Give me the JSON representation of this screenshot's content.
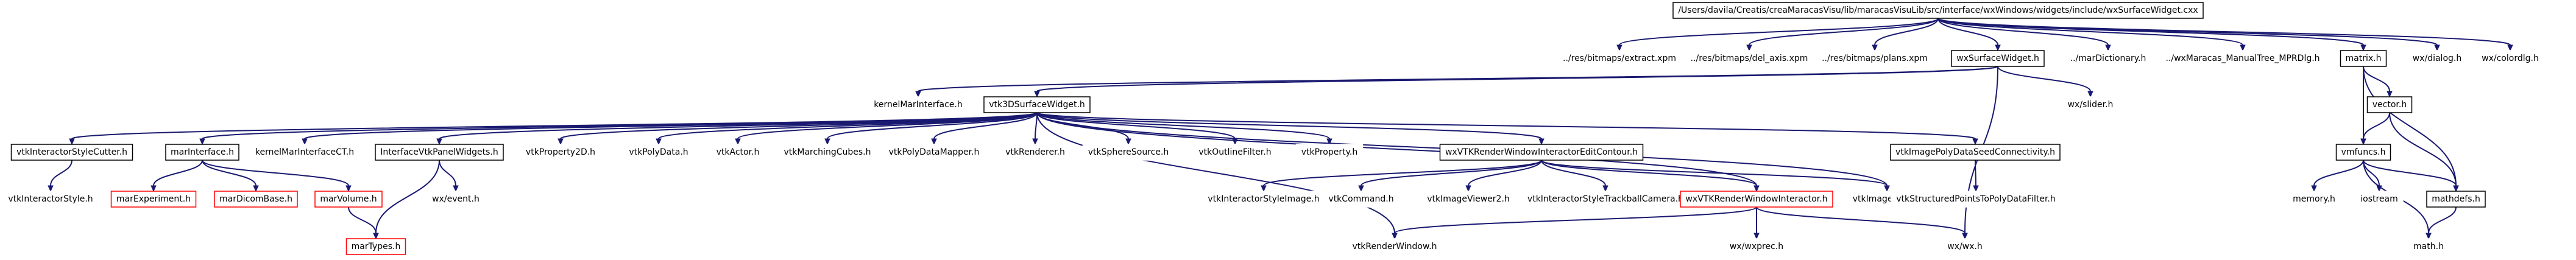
{
  "graph": {
    "edge_color": "#191970",
    "root_fill": "#bfbfbf",
    "nodes": [
      {
        "id": "root",
        "label": "/Users/davila/Creatis/creaMaracasVisu/lib/maracasVisuLib/src/interface/wxWindows/widgets/include/wxSurfaceWidget.cxx",
        "style": "root"
      },
      {
        "id": "extract",
        "label": "../res/bitmaps/extract.xpm",
        "style": "plain"
      },
      {
        "id": "del_axis",
        "label": "../res/bitmaps/del_axis.xpm",
        "style": "plain"
      },
      {
        "id": "plans",
        "label": "../res/bitmaps/plans.xpm",
        "style": "plain"
      },
      {
        "id": "wxSurfaceWidget",
        "label": "wxSurfaceWidget.h",
        "style": "black"
      },
      {
        "id": "marDictionary",
        "label": "../marDictionary.h",
        "style": "plain"
      },
      {
        "id": "manualTree",
        "label": "../wxMaracas_ManualTree_MPRDlg.h",
        "style": "plain"
      },
      {
        "id": "matrix",
        "label": "matrix.h",
        "style": "black"
      },
      {
        "id": "wxdialog",
        "label": "wx/dialog.h",
        "style": "plain"
      },
      {
        "id": "wxcolordlg",
        "label": "wx/colordlg.h",
        "style": "plain"
      },
      {
        "id": "kernelMarInterface",
        "label": "kernelMarInterface.h",
        "style": "plain"
      },
      {
        "id": "vtk3DSurfaceWidget",
        "label": "vtk3DSurfaceWidget.h",
        "style": "black"
      },
      {
        "id": "wxslider",
        "label": "wx/slider.h",
        "style": "plain"
      },
      {
        "id": "vector",
        "label": "vector.h",
        "style": "black"
      },
      {
        "id": "vtkInteractorStyleCutter",
        "label": "vtkInteractorStyleCutter.h",
        "style": "black"
      },
      {
        "id": "marInterface",
        "label": "marInterface.h",
        "style": "black"
      },
      {
        "id": "kernelMarInterfaceCT",
        "label": "kernelMarInterfaceCT.h",
        "style": "plain"
      },
      {
        "id": "InterfaceVtkPanelWidgets",
        "label": "InterfaceVtkPanelWidgets.h",
        "style": "black"
      },
      {
        "id": "vtkProperty2D",
        "label": "vtkProperty2D.h",
        "style": "plain"
      },
      {
        "id": "vtkPolyData",
        "label": "vtkPolyData.h",
        "style": "plain"
      },
      {
        "id": "vtkActor",
        "label": "vtkActor.h",
        "style": "plain"
      },
      {
        "id": "vtkMarchingCubes",
        "label": "vtkMarchingCubes.h",
        "style": "plain"
      },
      {
        "id": "vtkPolyDataMapper",
        "label": "vtkPolyDataMapper.h",
        "style": "plain"
      },
      {
        "id": "vtkRenderer",
        "label": "vtkRenderer.h",
        "style": "plain"
      },
      {
        "id": "vtkSphereSource",
        "label": "vtkSphereSource.h",
        "style": "plain"
      },
      {
        "id": "vtkOutlineFilter",
        "label": "vtkOutlineFilter.h",
        "style": "plain"
      },
      {
        "id": "vtkProperty",
        "label": "vtkProperty.h",
        "style": "plain"
      },
      {
        "id": "wxVTKRWIEditContour",
        "label": "wxVTKRenderWindowInteractorEditContour.h",
        "style": "black"
      },
      {
        "id": "vtkImagePolyDataSeed",
        "label": "vtkImagePolyDataSeedConnectivity.h",
        "style": "black"
      },
      {
        "id": "vmfuncs",
        "label": "vmfuncs.h",
        "style": "black"
      },
      {
        "id": "vtkInteractorStyle",
        "label": "vtkInteractorStyle.h",
        "style": "plain"
      },
      {
        "id": "marExperiment",
        "label": "marExperiment.h",
        "style": "red"
      },
      {
        "id": "marDicomBase",
        "label": "marDicomBase.h",
        "style": "red"
      },
      {
        "id": "marVolume",
        "label": "marVolume.h",
        "style": "red"
      },
      {
        "id": "wxevent",
        "label": "wx/event.h",
        "style": "plain"
      },
      {
        "id": "vtkInteractorStyleImage",
        "label": "vtkInteractorStyleImage.h",
        "style": "plain"
      },
      {
        "id": "vtkCommand",
        "label": "vtkCommand.h",
        "style": "plain"
      },
      {
        "id": "vtkImageViewer2",
        "label": "vtkImageViewer2.h",
        "style": "plain"
      },
      {
        "id": "vtkISTrackballCamera",
        "label": "vtkInteractorStyleTrackballCamera.h",
        "style": "plain"
      },
      {
        "id": "wxVTKRWI",
        "label": "wxVTKRenderWindowInteractor.h",
        "style": "red"
      },
      {
        "id": "vtkImageData",
        "label": "vtkImageData.h",
        "style": "plain"
      },
      {
        "id": "vtkSPTPDF",
        "label": "vtkStructuredPointsToPolyDataFilter.h",
        "style": "plain"
      },
      {
        "id": "memory",
        "label": "memory.h",
        "style": "plain"
      },
      {
        "id": "iostream",
        "label": "iostream",
        "style": "plain"
      },
      {
        "id": "mathdefs",
        "label": "mathdefs.h",
        "style": "black"
      },
      {
        "id": "marTypes",
        "label": "marTypes.h",
        "style": "red"
      },
      {
        "id": "vtkRenderWindow",
        "label": "vtkRenderWindow.h",
        "style": "plain"
      },
      {
        "id": "wxwxprec",
        "label": "wx/wxprec.h",
        "style": "plain"
      },
      {
        "id": "wxwx",
        "label": "wx/wx.h",
        "style": "plain"
      },
      {
        "id": "math",
        "label": "math.h",
        "style": "plain"
      }
    ],
    "edges": [
      [
        "root",
        "extract"
      ],
      [
        "root",
        "del_axis"
      ],
      [
        "root",
        "plans"
      ],
      [
        "root",
        "wxSurfaceWidget"
      ],
      [
        "root",
        "marDictionary"
      ],
      [
        "root",
        "manualTree"
      ],
      [
        "root",
        "matrix"
      ],
      [
        "root",
        "wxdialog"
      ],
      [
        "root",
        "wxcolordlg"
      ],
      [
        "wxSurfaceWidget",
        "kernelMarInterface"
      ],
      [
        "wxSurfaceWidget",
        "vtk3DSurfaceWidget"
      ],
      [
        "wxSurfaceWidget",
        "wxslider"
      ],
      [
        "wxSurfaceWidget",
        "wxwx"
      ],
      [
        "vtk3DSurfaceWidget",
        "vtkInteractorStyleCutter"
      ],
      [
        "vtk3DSurfaceWidget",
        "marInterface"
      ],
      [
        "vtk3DSurfaceWidget",
        "kernelMarInterfaceCT"
      ],
      [
        "vtk3DSurfaceWidget",
        "InterfaceVtkPanelWidgets"
      ],
      [
        "vtk3DSurfaceWidget",
        "vtkProperty2D"
      ],
      [
        "vtk3DSurfaceWidget",
        "vtkPolyData"
      ],
      [
        "vtk3DSurfaceWidget",
        "vtkActor"
      ],
      [
        "vtk3DSurfaceWidget",
        "vtkMarchingCubes"
      ],
      [
        "vtk3DSurfaceWidget",
        "vtkPolyDataMapper"
      ],
      [
        "vtk3DSurfaceWidget",
        "vtkRenderer"
      ],
      [
        "vtk3DSurfaceWidget",
        "vtkSphereSource"
      ],
      [
        "vtk3DSurfaceWidget",
        "vtkOutlineFilter"
      ],
      [
        "vtk3DSurfaceWidget",
        "vtkProperty"
      ],
      [
        "vtk3DSurfaceWidget",
        "wxVTKRWIEditContour"
      ],
      [
        "vtk3DSurfaceWidget",
        "vtkImagePolyDataSeed"
      ],
      [
        "vtk3DSurfaceWidget",
        "vtkRenderWindow"
      ],
      [
        "vtk3DSurfaceWidget",
        "wxVTKRWI"
      ],
      [
        "vtk3DSurfaceWidget",
        "vtkImageData"
      ],
      [
        "vtkInteractorStyleCutter",
        "vtkInteractorStyle"
      ],
      [
        "marInterface",
        "marExperiment"
      ],
      [
        "marInterface",
        "marDicomBase"
      ],
      [
        "marInterface",
        "marVolume"
      ],
      [
        "marVolume",
        "marTypes"
      ],
      [
        "InterfaceVtkPanelWidgets",
        "marTypes"
      ],
      [
        "InterfaceVtkPanelWidgets",
        "wxevent"
      ],
      [
        "wxVTKRWIEditContour",
        "vtkInteractorStyleImage"
      ],
      [
        "wxVTKRWIEditContour",
        "vtkCommand"
      ],
      [
        "wxVTKRWIEditContour",
        "vtkImageViewer2"
      ],
      [
        "wxVTKRWIEditContour",
        "vtkISTrackballCamera"
      ],
      [
        "wxVTKRWIEditContour",
        "wxVTKRWI"
      ],
      [
        "wxVTKRWIEditContour",
        "vtkImageData"
      ],
      [
        "vtkImagePolyDataSeed",
        "vtkSPTPDF"
      ],
      [
        "wxVTKRWI",
        "vtkRenderWindow"
      ],
      [
        "wxVTKRWI",
        "wxwxprec"
      ],
      [
        "wxVTKRWI",
        "wxwx"
      ],
      [
        "matrix",
        "vector"
      ],
      [
        "matrix",
        "vmfuncs"
      ],
      [
        "matrix",
        "mathdefs"
      ],
      [
        "vector",
        "vmfuncs"
      ],
      [
        "vector",
        "mathdefs"
      ],
      [
        "vmfuncs",
        "memory"
      ],
      [
        "vmfuncs",
        "iostream"
      ],
      [
        "vmfuncs",
        "mathdefs"
      ],
      [
        "vmfuncs",
        "math"
      ],
      [
        "mathdefs",
        "math"
      ]
    ]
  }
}
